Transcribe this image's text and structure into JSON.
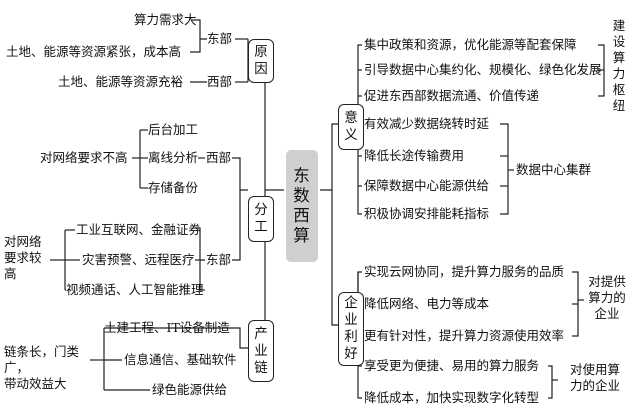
{
  "center": {
    "label": "东\n数\n西\n算"
  },
  "left": {
    "yuanyin": {
      "label": "原\n因",
      "east": {
        "label": "东部",
        "items": [
          "算力需求大",
          "土地、能源等资源紧张，成本高"
        ]
      },
      "west": {
        "label": "西部",
        "items": [
          "土地、能源等资源充裕"
        ]
      }
    },
    "fengong": {
      "label": "分\n工",
      "west": {
        "label": "西部",
        "condition": "对网络要求不高",
        "items": [
          "后台加工",
          "离线分析",
          "存储备份"
        ]
      },
      "east": {
        "label": "东部",
        "condition": "对网络\n要求较\n高",
        "items": [
          "工业互联网、金融证券",
          "灾害预警、远程医疗",
          "视频通话、人工智能推理"
        ]
      }
    },
    "chanyelian": {
      "label": "产\n业\n链",
      "condition": "链条长，门类广，\n带动效益大",
      "items": [
        "土建工程、IT设备制造",
        "信息通信、基础软件",
        "绿色能源供给"
      ]
    }
  },
  "right": {
    "yiyi": {
      "label": "意\n义",
      "group1": {
        "items": [
          "集中政策和资源，优化能源等配套保障",
          "引导数据中心集约化、规模化、绿色化发展",
          "促进东西部数据流通、价值传递"
        ],
        "note": "建\n设\n算\n力\n枢\n纽"
      },
      "group2": {
        "items": [
          "有效减少数据绕转时延",
          "降低长途传输费用",
          "保障数据中心能源供给",
          "积极协调安排能耗指标"
        ],
        "note": "数据中心集群"
      }
    },
    "qiye": {
      "label": "企\n业\n利\n好",
      "group1": {
        "items": [
          "实现云网协同，提升算力服务的品质",
          "降低网络、电力等成本",
          "更有针对性，提升算力资源使用效率"
        ],
        "note": "对提供\n算力的\n企业"
      },
      "group2": {
        "items": [
          "享受更为便捷、易用的算力服务",
          "降低成本，加快实现数字化转型"
        ],
        "note": "对使用算\n力的企业"
      }
    }
  }
}
